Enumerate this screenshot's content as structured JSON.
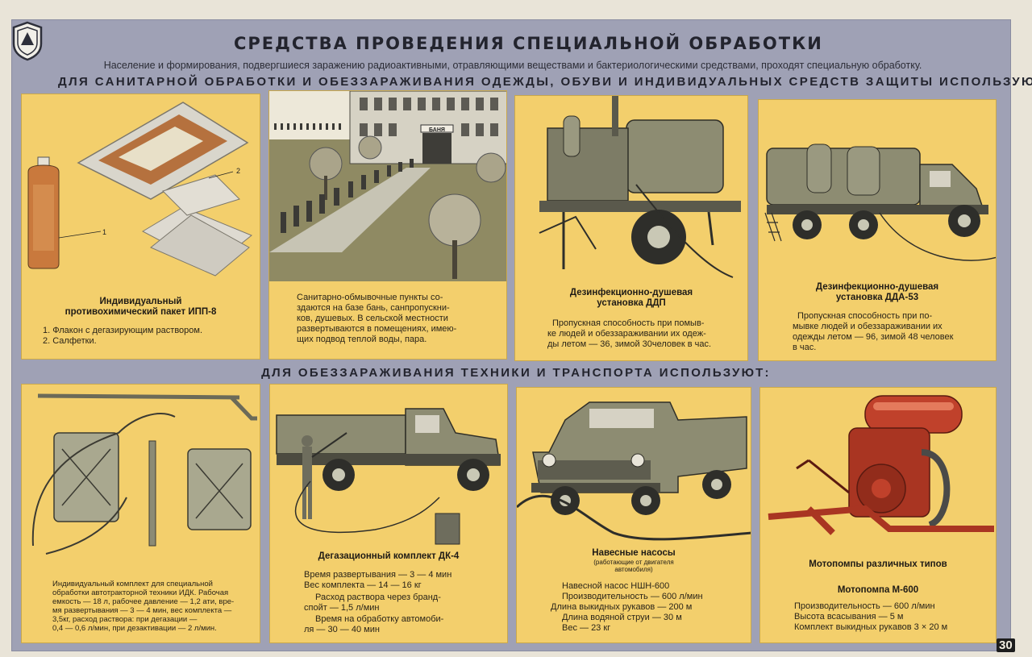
{
  "title": "СРЕДСТВА ПРОВЕДЕНИЯ СПЕЦИАЛЬНОЙ ОБРАБОТКИ",
  "subtitle": "Население и формирования, подвергшиеся заражению радиоактивными, отравляющими веществами и бактериологическими средствами, проходят специальную обработку.",
  "section1": "ДЛЯ САНИТАРНОЙ ОБРАБОТКИ И ОБЕЗЗАРАЖИВАНИЯ ОДЕЖДЫ, ОБУВИ И ИНДИВИДУАЛЬНЫХ СРЕДСТВ ЗАЩИТЫ ИСПОЛЬЗУЮТ:",
  "section2": "ДЛЯ ОБЕЗЗАРАЖИВАНИЯ ТЕХНИКИ И ТРАНСПОРТА ИСПОЛЬЗУЮТ:",
  "page_number": "30",
  "panels": {
    "ipp": {
      "caption1": "Индивидуальный",
      "caption2": "противохимический пакет ИПП-8",
      "line1": "1. Флакон с дегазирующим раствором.",
      "line2": "2. Салфетки.",
      "label1": "1",
      "label2": "2"
    },
    "sop": {
      "sign": "БАНЯ",
      "line1": "Санитарно-обмывочные пункты со-",
      "line2": "здаются на базе бань, санпропускни-",
      "line3": "ков, душевых. В сельской местности",
      "line4": "развертываются в помещениях, имею-",
      "line5": "щих подвод теплой воды, пара."
    },
    "ddp": {
      "caption1": "Дезинфекционно-душевая",
      "caption2": "установка ДДП",
      "line1": "Пропускная способность при помыв-",
      "line2": "ке людей и обеззараживании их одеж-",
      "line3": "ды летом — 36, зимой 30человек в час."
    },
    "dda": {
      "caption1": "Дезинфекционно-душевая",
      "caption2": "установка ДДА-53",
      "line1": "Пропускная способность при по-",
      "line2": "мывке людей и обеззараживании их",
      "line3": "одежды летом — 96, зимой 48 человек",
      "line4": "в час."
    },
    "idk": {
      "line1": "Индивидуальный комплект для специальной",
      "line2": "обработки автотракторной техники ИДК. Рабочая",
      "line3": "емкость — 18 л, рабочее давление — 1,2 ати, вре-",
      "line4": "мя развертывания — 3 — 4 мин, вес комплекта —",
      "line5": "3,5кг, расход раствора: при дегазации —",
      "line6": "0,4 — 0,6 л/мин, при дезактивации — 2 л/мин."
    },
    "dk4": {
      "caption": "Дегазационный комплект ДК-4",
      "line1": "Время развертывания — 3 — 4 мин",
      "line2": "Вес комплекта — 14 — 16 кг",
      "line3": "Расход раствора через бранд-",
      "line4": "спойт — 1,5 л/мин",
      "line5": "Время на обработку автомоби-",
      "line6": "ля — 30 — 40 мин"
    },
    "pumps": {
      "caption": "Навесные насосы",
      "note1": "(работающие от двигателя",
      "note2": "автомобиля)",
      "line1": "Навесной насос НШН-600",
      "line2": "Производительность — 600 л/мин",
      "line3": "Длина выкидных рукавов — 200 м",
      "line4": "Длина водяной струи — 30 м",
      "line5": "Вес — 23 кг"
    },
    "moto": {
      "caption1": "Мотопомпы различных типов",
      "caption2": "Мотопомпа М-600",
      "line1": "Производительность — 600 л/мин",
      "line2": "Высота всасывания — 5 м",
      "line3": "Комплект выкидных рукавов 3 × 20 м"
    }
  },
  "colors": {
    "panel": "#f3cf6c",
    "frame": "#9fa1b5",
    "ink": "#23242e"
  }
}
